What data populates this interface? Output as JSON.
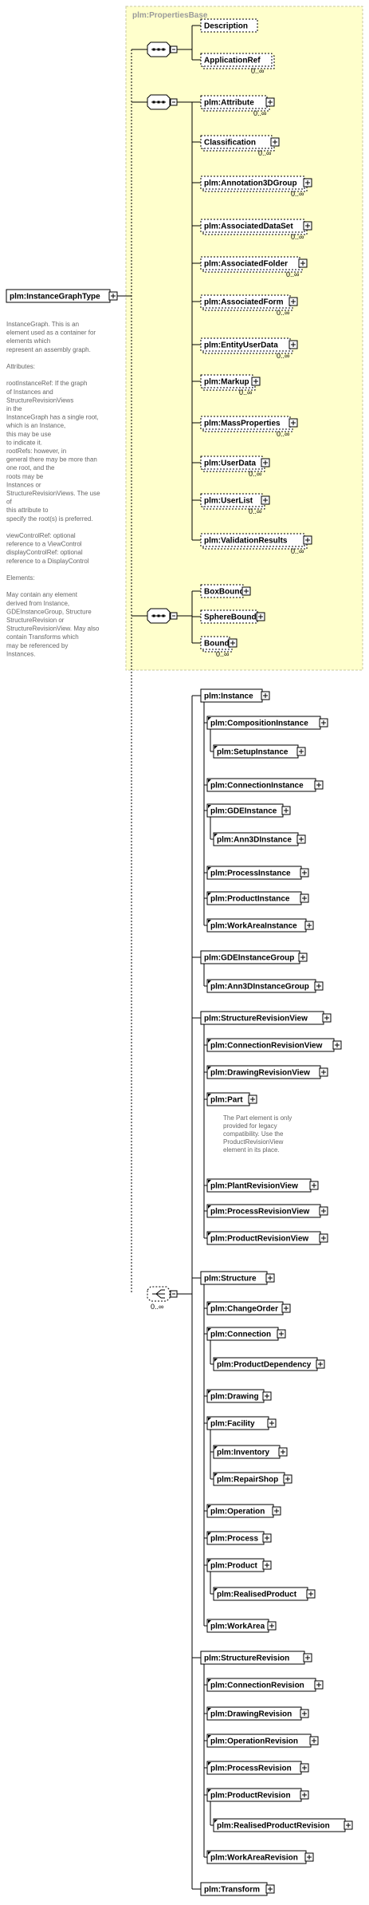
{
  "group_title": "plm:PropertiesBase",
  "root_label": "plm:InstanceGraphType",
  "root_doc": [
    "InstanceGraph. This is an",
    "element used as a container for",
    "elements which",
    "represent an assembly graph.",
    "",
    "Attributes:",
    "",
    "rootInstanceRef: If the graph",
    "of Instances and",
    "StructureRevisionViews",
    "in the",
    "InstanceGraph has a single root,",
    "which is an Instance,",
    "this may be use",
    "to indicate it.",
    "rootRefs: however, in",
    "general there may be more than",
    "one root, and the",
    "roots may be",
    "Instances or",
    "StructureRevisionViews. The use",
    "of",
    "this attribute to",
    "specify the root(s) is preferred.",
    "",
    "viewControlRef: optional",
    "reference to a ViewControl",
    "displayControlRef: optional",
    "reference to a DisplayControl",
    "",
    "Elements:",
    "",
    "May contain any element",
    "derived from Instance,",
    "GDEInstanceGroup, Structure",
    "StructureRevision or",
    "StructureRevisionView. May also",
    "contain Transforms which",
    "may be referenced by",
    "Instances."
  ],
  "groups": [
    {
      "elements": [
        {
          "label": "Description",
          "occurs": ""
        },
        {
          "label": "ApplicationRef",
          "occurs": "0..∞"
        }
      ]
    },
    {
      "elements": [
        {
          "label": "plm:Attribute",
          "occurs": "0..∞"
        },
        {
          "label": "Classification",
          "occurs": "0..∞"
        },
        {
          "label": "plm:Annotation3DGroup",
          "occurs": "0..∞"
        },
        {
          "label": "plm:AssociatedDataSet",
          "occurs": "0..∞"
        },
        {
          "label": "plm:AssociatedFolder",
          "occurs": "0..∞"
        },
        {
          "label": "plm:AssociatedForm",
          "occurs": "0..∞"
        },
        {
          "label": "plm:EntityUserData",
          "occurs": "0..∞"
        },
        {
          "label": "plm:Markup",
          "occurs": "0..∞"
        },
        {
          "label": "plm:MassProperties",
          "occurs": "0..∞"
        },
        {
          "label": "plm:UserData",
          "occurs": "0..∞"
        },
        {
          "label": "plm:UserList",
          "occurs": "0..∞"
        },
        {
          "label": "plm:ValidationResults",
          "occurs": "0..∞"
        }
      ]
    },
    {
      "elements": [
        {
          "label": "BoxBound",
          "occurs": ""
        },
        {
          "label": "SphereBound",
          "occurs": ""
        },
        {
          "label": "Bound",
          "occurs": "0..∞"
        }
      ]
    }
  ],
  "choice_occurs": "0..∞",
  "choice_items": [
    {
      "label": "plm:Instance",
      "subs": [
        {
          "label": "plm:CompositionInstance",
          "subs": [
            {
              "label": "plm:SetupInstance"
            }
          ]
        },
        {
          "label": "plm:ConnectionInstance"
        },
        {
          "label": "plm:GDEInstance",
          "subs": [
            {
              "label": "plm:Ann3DInstance"
            }
          ]
        },
        {
          "label": "plm:ProcessInstance"
        },
        {
          "label": "plm:ProductInstance"
        },
        {
          "label": "plm:WorkAreaInstance"
        }
      ]
    },
    {
      "label": "plm:GDEInstanceGroup",
      "subs": [
        {
          "label": "plm:Ann3DInstanceGroup"
        }
      ]
    },
    {
      "label": "plm:StructureRevisionView",
      "subs": [
        {
          "label": "plm:ConnectionRevisionView"
        },
        {
          "label": "plm:DrawingRevisionView"
        },
        {
          "label": "plm:Part",
          "doc": [
            "The Part element is only",
            "provided for legacy",
            "compatibility. Use the",
            "ProductRevisionView",
            "element in its place."
          ]
        },
        {
          "label": "plm:PlantRevisionView"
        },
        {
          "label": "plm:ProcessRevisionView"
        },
        {
          "label": "plm:ProductRevisionView"
        }
      ]
    },
    {
      "label": "plm:Structure",
      "subs": [
        {
          "label": "plm:ChangeOrder"
        },
        {
          "label": "plm:Connection",
          "subs": [
            {
              "label": "plm:ProductDependency"
            }
          ]
        },
        {
          "label": "plm:Drawing"
        },
        {
          "label": "plm:Facility",
          "subs": [
            {
              "label": "plm:Inventory"
            },
            {
              "label": "plm:RepairShop"
            }
          ]
        },
        {
          "label": "plm:Operation"
        },
        {
          "label": "plm:Process"
        },
        {
          "label": "plm:Product",
          "subs": [
            {
              "label": "plm:RealisedProduct"
            }
          ]
        },
        {
          "label": "plm:WorkArea"
        }
      ]
    },
    {
      "label": "plm:StructureRevision",
      "subs": [
        {
          "label": "plm:ConnectionRevision"
        },
        {
          "label": "plm:DrawingRevision"
        },
        {
          "label": "plm:OperationRevision"
        },
        {
          "label": "plm:ProcessRevision"
        },
        {
          "label": "plm:ProductRevision",
          "subs": [
            {
              "label": "plm:RealisedProductRevision"
            }
          ]
        },
        {
          "label": "plm:WorkAreaRevision"
        }
      ]
    },
    {
      "label": "plm:Transform"
    }
  ],
  "colors": {
    "group_fill": "#ffffcc",
    "group_stroke": "#c9c9a0",
    "box_fill": "#ffffff",
    "stroke": "#000000",
    "doc_text": "#666666"
  }
}
